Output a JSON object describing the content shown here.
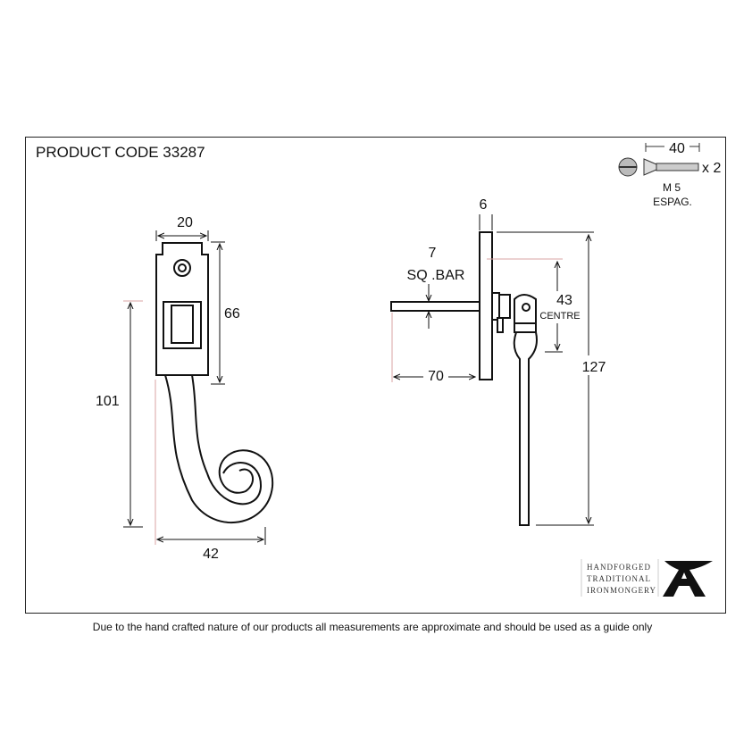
{
  "title": "PRODUCT CODE 33287",
  "footer": "Due to the hand crafted nature of our products all measurements are approximate and should be used as a guide only",
  "screw": {
    "length": "40",
    "quantity": "x 2",
    "size": "M 5",
    "type": "ESPAG."
  },
  "front_view": {
    "width_top": "20",
    "plate_height": "66",
    "handle_height": "101",
    "handle_width": "42"
  },
  "side_view": {
    "plate_thickness": "6",
    "bar_size": "7",
    "bar_label": "SQ .BAR",
    "bar_length": "70",
    "centre_distance": "43",
    "centre_label": "CENTRE",
    "total_height": "127"
  },
  "logo": {
    "line1": "HANDFORGED",
    "line2": "TRADITIONAL",
    "line3": "IRONMONGERY"
  },
  "colors": {
    "line": "#111111",
    "extension": "#d9a3a3"
  }
}
